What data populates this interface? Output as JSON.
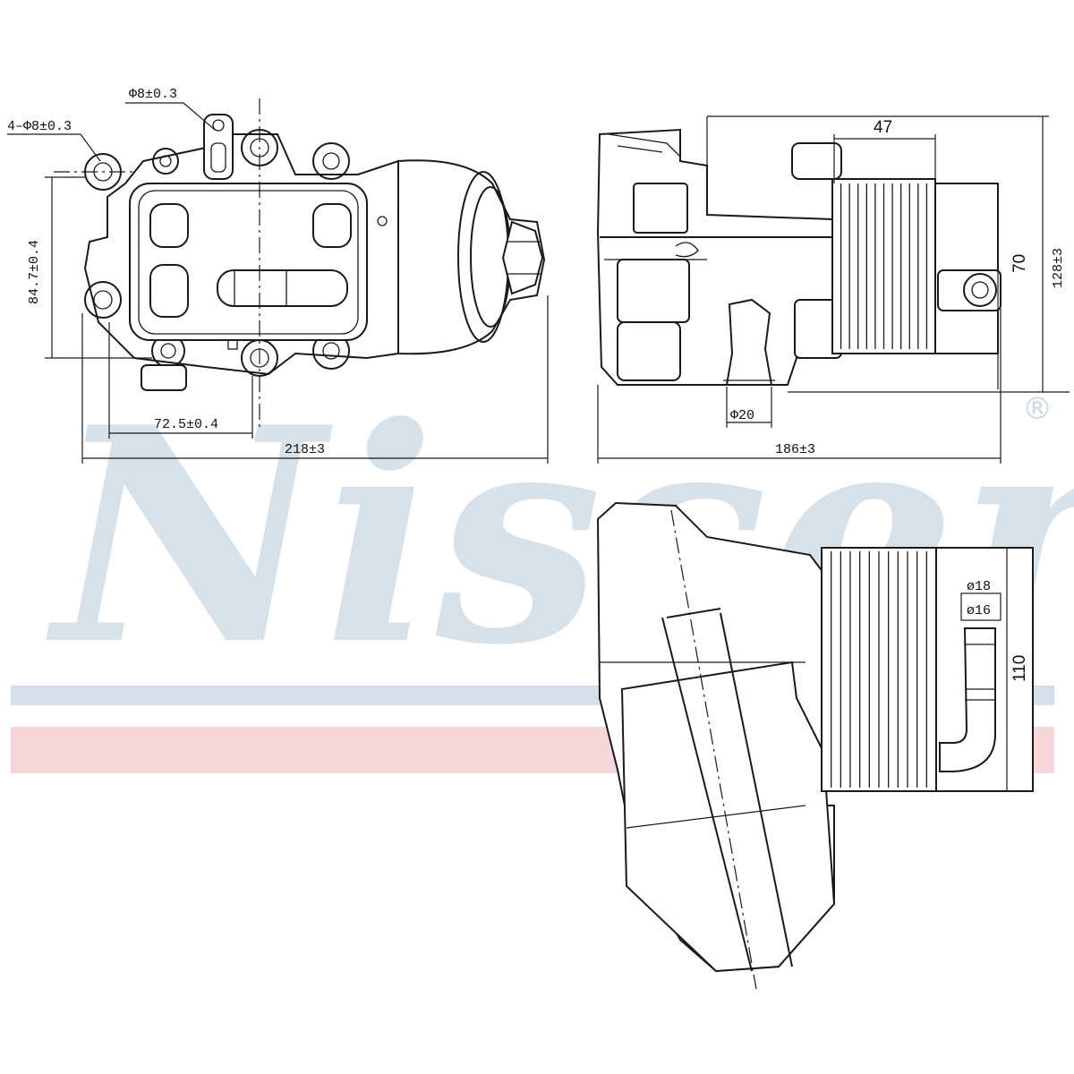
{
  "brand": {
    "watermark": "Nissens",
    "registered_mark": "®",
    "stripe_blue": "#c9d7e4",
    "stripe_red": "#f2c9cf",
    "line_color": "#1a1a1a"
  },
  "front_view": {
    "hole_top": "Φ8±0.3",
    "holes_mounting": "4–Φ8±0.3",
    "height_dim": "84.7±0.4",
    "spacing_dim": "72.5±0.4",
    "width_dim": "218±3"
  },
  "side_view": {
    "depth_dim": "47",
    "height_dim": "128±3",
    "port_height_dim": "70",
    "pipe_dia": "Φ20",
    "length_dim": "186±3"
  },
  "top_view": {
    "pipe_dia_outer": "ø18",
    "pipe_dia_inner": "ø16",
    "width_dim": "110"
  }
}
